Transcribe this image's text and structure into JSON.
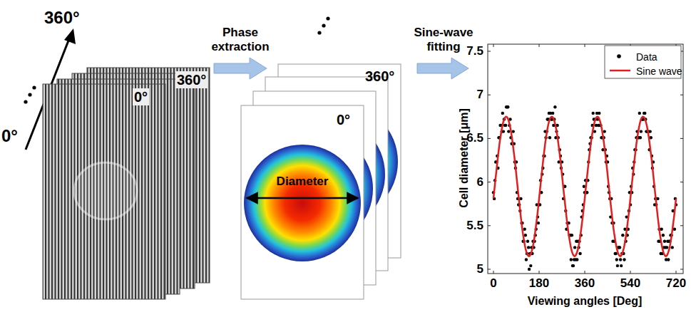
{
  "diagram": {
    "labels": [
      "360°",
      "0°",
      "360°",
      "0°",
      "Phase extraction",
      "360°",
      "0°",
      "Diameter",
      "Sine-wave fitting",
      "7.5",
      "7",
      "6.5",
      "6",
      "5.5",
      "5",
      "0",
      "180",
      "360",
      "540",
      "720",
      "Cell diameter [μm]",
      "Viewing angles [Deg]"
    ],
    "legend": [
      {
        "text": "Data"
      },
      {
        "text": "Sine wave"
      }
    ]
  }
}
